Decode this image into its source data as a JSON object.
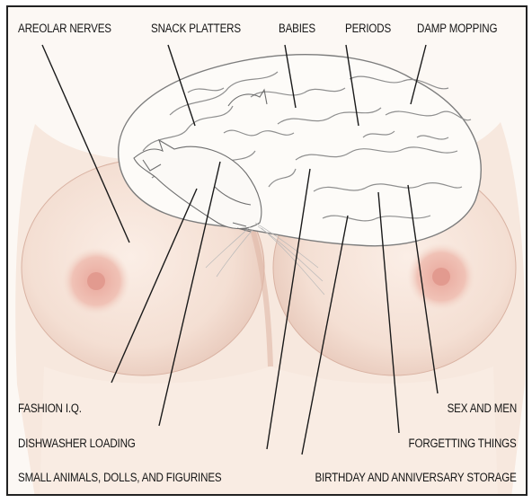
{
  "labels": {
    "areolar_nerves": "AREOLAR NERVES",
    "snack_platters": "SNACK PLATTERS",
    "babies": "BABIES",
    "periods": "PERIODS",
    "damp_mopping": "DAMP MOPPING",
    "fashion_iq": "FASHION I.Q.",
    "dishwasher_loading": "DISHWASHER LOADING",
    "small_animals": "SMALL ANIMALS, DOLLS, AND FIGURINES",
    "sex_and_men": "SEX AND MEN",
    "forgetting_things": "FORGETTING THINGS",
    "birthday_storage": "BIRTHDAY AND ANNIVERSARY STORAGE"
  },
  "colors": {
    "background": "#fcf8f4",
    "skin": "#f6e3d8",
    "skin_shadow": "#e9c7b8",
    "areola": "#e6a99e",
    "outline": "#2a2a2a",
    "brain_line": "#8f8f8f",
    "leader_line": "#1a1a1a"
  }
}
